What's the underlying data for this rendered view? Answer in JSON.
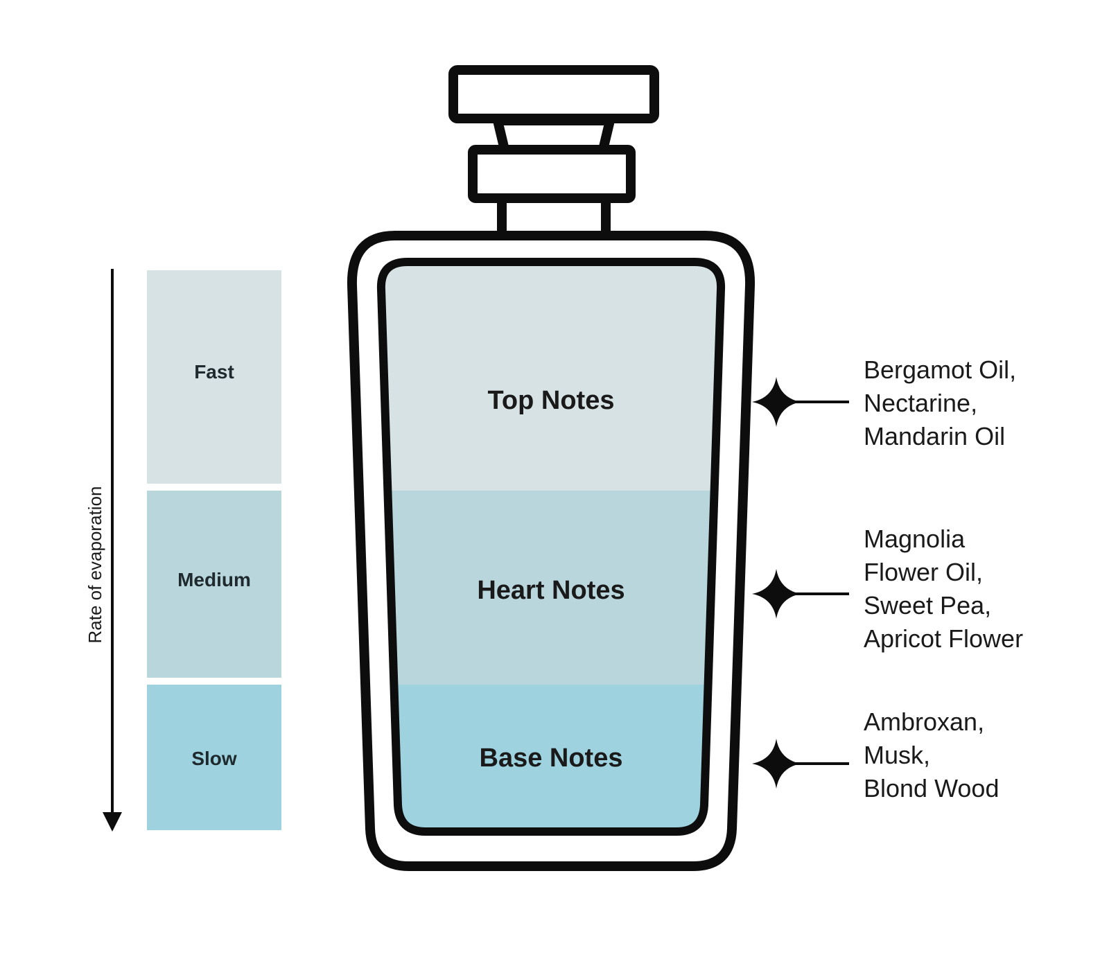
{
  "axis": {
    "label": "Rate of evaporation"
  },
  "rates": [
    {
      "label": "Fast",
      "color": "#d6e2e4"
    },
    {
      "label": "Medium",
      "color": "#b8d6dc"
    },
    {
      "label": "Slow",
      "color": "#9ed2df"
    }
  ],
  "notes": [
    {
      "label": "Top Notes",
      "color": "#d6e2e4",
      "ingredients": [
        "Bergamot Oil,",
        "Nectarine,",
        "Mandarin Oil"
      ]
    },
    {
      "label": "Heart Notes",
      "color": "#b8d6dc",
      "ingredients": [
        "Magnolia",
        "Flower Oil,",
        "Sweet Pea,",
        "Apricot Flower"
      ]
    },
    {
      "label": "Base Notes",
      "color": "#9ed2df",
      "ingredients": [
        "Ambroxan,",
        "Musk,",
        "Blond Wood"
      ]
    }
  ],
  "colors": {
    "outline": "#0d0d0d",
    "background": "#ffffff"
  },
  "icons": {
    "pointer": "four-point-star-icon"
  }
}
